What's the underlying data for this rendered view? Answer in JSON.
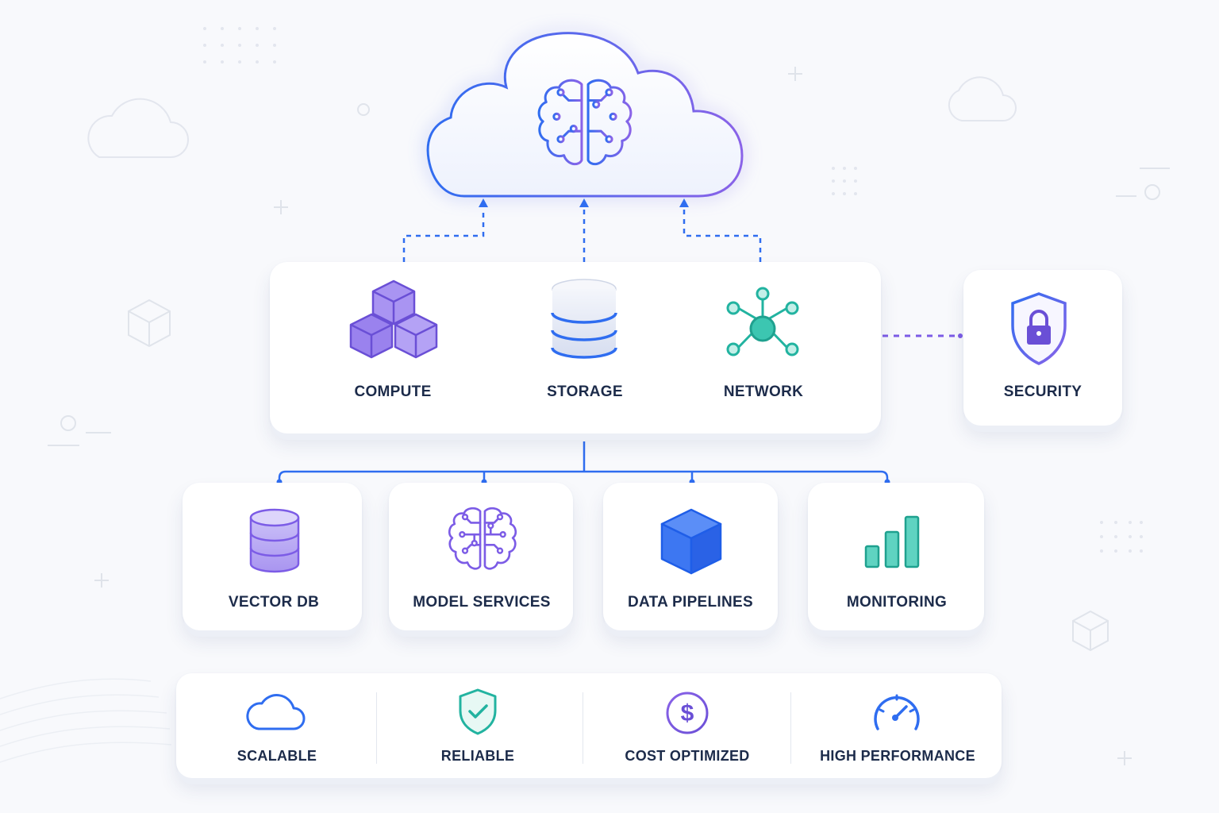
{
  "top": {
    "icon": "brain-circuit-icon"
  },
  "infrastructure": {
    "items": [
      {
        "label": "COMPUTE",
        "icon": "cubes-icon"
      },
      {
        "label": "STORAGE",
        "icon": "database-stack-icon"
      },
      {
        "label": "NETWORK",
        "icon": "network-hub-icon"
      }
    ]
  },
  "security": {
    "label": "SECURITY",
    "icon": "shield-lock-icon"
  },
  "services": [
    {
      "label": "VECTOR DB",
      "icon": "database-icon"
    },
    {
      "label": "MODEL SERVICES",
      "icon": "brain-circuit-icon"
    },
    {
      "label": "DATA PIPELINES",
      "icon": "cube-icon"
    },
    {
      "label": "MONITORING",
      "icon": "bar-chart-icon"
    }
  ],
  "benefits": [
    {
      "label": "SCALABLE",
      "icon": "cloud-icon"
    },
    {
      "label": "RELIABLE",
      "icon": "shield-check-icon"
    },
    {
      "label": "COST OPTIMIZED",
      "icon": "dollar-icon"
    },
    {
      "label": "HIGH PERFORMANCE",
      "icon": "speedometer-icon"
    }
  ],
  "colors": {
    "blue": "#2563eb",
    "violet": "#7c5ce6",
    "teal": "#22b3a0",
    "text": "#1c2b4a"
  }
}
